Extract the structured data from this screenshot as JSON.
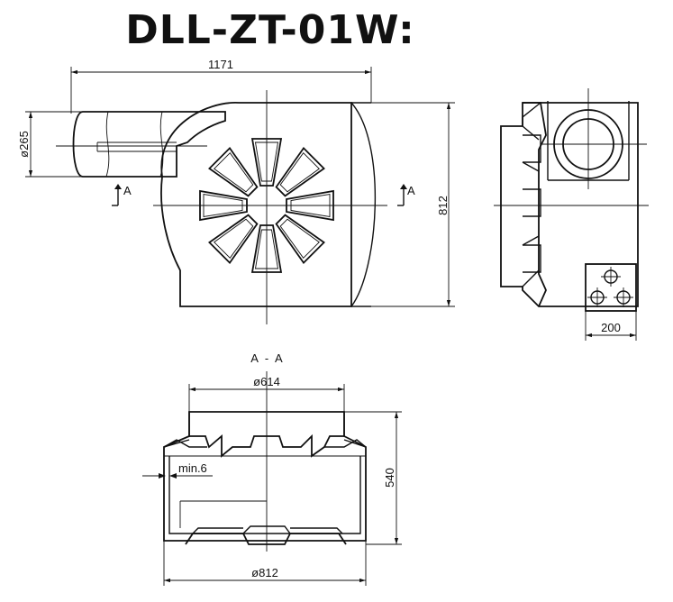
{
  "title": "DLL-ZT-01W:",
  "front_view": {
    "width": "1171",
    "height": "812",
    "inlet_dia": "ø265",
    "section_mark": "A"
  },
  "side_view": {
    "outlet_width": "200"
  },
  "section_view": {
    "label": "A - A",
    "top_dia": "ø614",
    "bottom_dia": "ø812",
    "height": "540",
    "wall": "min.6"
  }
}
